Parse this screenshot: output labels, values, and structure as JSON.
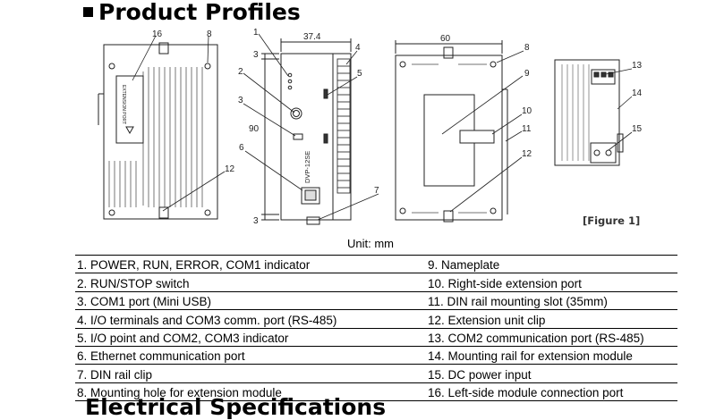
{
  "page": {
    "title": "Product Profiles",
    "next_title": "Electrical Specifications",
    "unit_label": "Unit: mm",
    "figure_label": "[Figure 1]"
  },
  "dimensions": {
    "width_top": "37.4",
    "width_side": "60",
    "height": "90",
    "margin_top": "3",
    "margin_bottom": "3"
  },
  "device_text": {
    "model": "DVP-12SE",
    "side_port": "EXTENSION PORT"
  },
  "callouts": [
    "1",
    "2",
    "3",
    "4",
    "5",
    "6",
    "7",
    "8",
    "9",
    "10",
    "11",
    "12",
    "13",
    "14",
    "15",
    "16",
    "8",
    "12"
  ],
  "legend": {
    "left": [
      "1. POWER, RUN, ERROR, COM1 indicator",
      "2. RUN/STOP switch",
      "3. COM1 port (Mini USB)",
      "4. I/O terminals and COM3 comm. port (RS-485)",
      "5. I/O point and COM2, COM3 indicator",
      "6. Ethernet communication port",
      "7. DIN rail clip",
      "8. Mounting hole for extension module"
    ],
    "right": [
      "9. Nameplate",
      "10. Right-side extension port",
      "11. DIN rail mounting slot (35mm)",
      "12. Extension unit clip",
      "13. COM2 communication port (RS-485)",
      "14. Mounting rail for extension module",
      "15. DC power input",
      "16. Left-side module connection port"
    ]
  }
}
